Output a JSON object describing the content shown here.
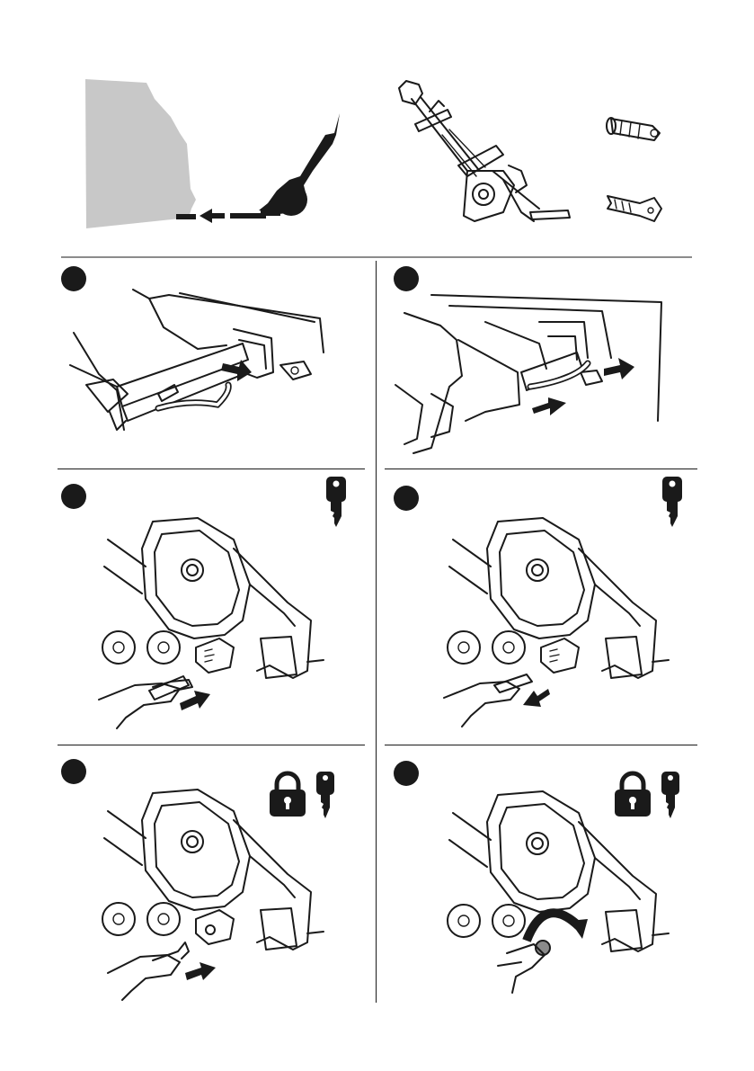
{
  "panels": [
    {
      "number": "",
      "action": "remove-pin",
      "icons": []
    },
    {
      "number": "",
      "action": "insert-carrier-into-hitch",
      "icons": []
    },
    {
      "number": "",
      "action": "insert-lock-cylinder",
      "icons": [
        "key-icon"
      ]
    },
    {
      "number": "",
      "action": "remove-cylinder-tool",
      "icons": [
        "key-icon"
      ]
    },
    {
      "number": "",
      "action": "insert-key",
      "icons": [
        "padlock-icon",
        "key-icon"
      ]
    },
    {
      "number": "",
      "action": "turn-key-to-lock",
      "icons": [
        "padlock-icon",
        "key-icon"
      ]
    }
  ],
  "header": {
    "items": [
      "car-rear-illustration",
      "bike-carrier-illustration",
      "lock-cylinder-icon",
      "key-icon"
    ]
  },
  "colors": {
    "ink": "#1a1a1a",
    "car_fill": "#c8c8c8",
    "arrow": "#1a1a1a"
  }
}
